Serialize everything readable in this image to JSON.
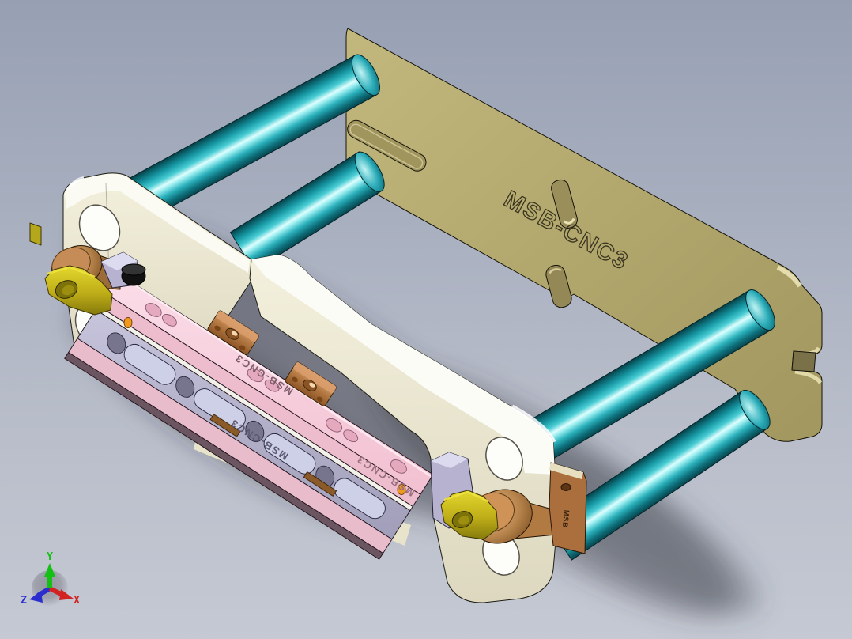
{
  "scene": {
    "part_number": "MSB-CNC3",
    "engravings": {
      "plate": "MSB-CNC3",
      "rail_top": "MSB-CNC3",
      "rail_front": "MSB-CNC3",
      "rail_lower": "MSB-CNC3",
      "bracket": "MSB"
    },
    "triad": {
      "x": {
        "label": "X",
        "color": "#d32222"
      },
      "y": {
        "label": "Y",
        "color": "#14c014"
      },
      "z": {
        "label": "Z",
        "color": "#2a2ecf"
      }
    },
    "colors": {
      "background_top": "#97a0b3",
      "background_bottom": "#c5c9d3",
      "guide_rod": "#17a9b4",
      "back_plate": "#b3a96f",
      "base_block": "#ece9d6",
      "rail_pink": "#f6cddb",
      "rail_gray": "#b4b1cb",
      "copper": "#bd8251",
      "clamp_yellow": "#c8b820",
      "lavender": "#b7b3d2"
    }
  }
}
